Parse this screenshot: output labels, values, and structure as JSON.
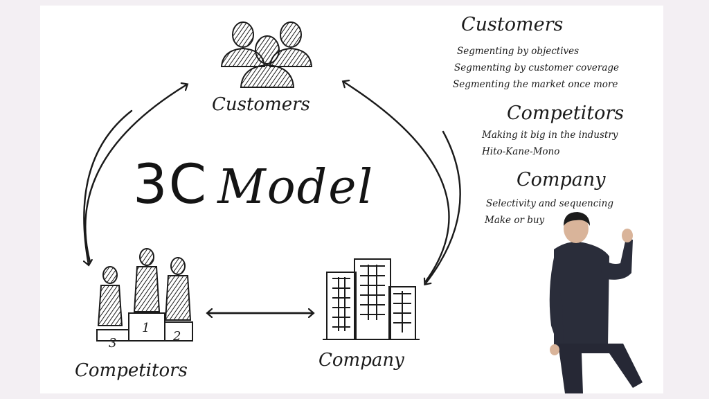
{
  "diagram": {
    "title_number": "3C",
    "title_word": "Model",
    "nodes": {
      "customers": "Customers",
      "competitors": "Competitors",
      "company": "Company"
    },
    "notes": {
      "customers": {
        "heading": "Customers",
        "items": [
          "Segmenting by objectives",
          "Segmenting by customer coverage",
          "Segmenting the market once more"
        ]
      },
      "competitors": {
        "heading": "Competitors",
        "items": [
          "Making it big in the industry",
          "Hito-Kane-Mono"
        ]
      },
      "company": {
        "heading": "Company",
        "items": [
          "Selectivity and sequencing",
          "Make or buy"
        ]
      }
    },
    "podium_ranks": [
      "1",
      "2",
      "3"
    ],
    "colors": {
      "ink": "#1a1a1a",
      "board": "#ffffff",
      "page": "#f3eff3",
      "suit": "#2a2d3a"
    }
  }
}
